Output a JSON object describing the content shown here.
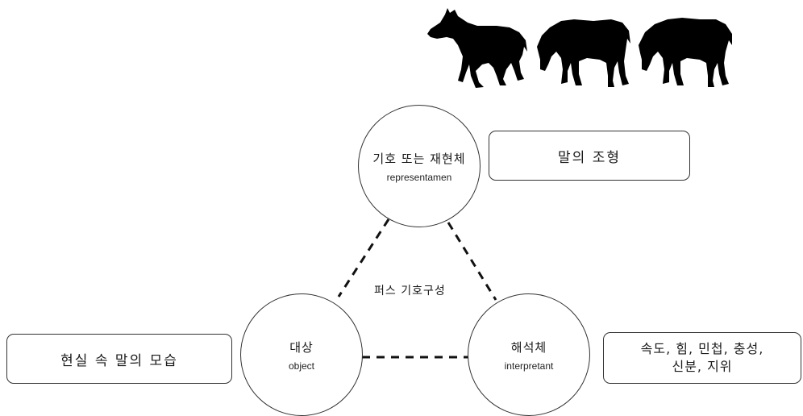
{
  "diagram": {
    "center_label": "퍼스 기호구성",
    "nodes": {
      "representamen": {
        "ko": "기호 또는 재현체",
        "en": "representamen"
      },
      "object": {
        "ko": "대상",
        "en": "object"
      },
      "interpretant": {
        "ko": "해석체",
        "en": "interpretant"
      }
    },
    "boxes": {
      "representamen_box": "말의 조형",
      "object_box": "현실 속 말의 모습",
      "interpretant_box_line1": "속도, 힘, 민첩, 충성,",
      "interpretant_box_line2": "신분, 지위"
    }
  },
  "colors": {
    "line": "#111111",
    "silhouette": "#000000",
    "border": "#333333"
  },
  "icons": [
    "horse-silhouette-walking",
    "horse-silhouette-grazing",
    "horse-silhouette-grazing-2"
  ]
}
